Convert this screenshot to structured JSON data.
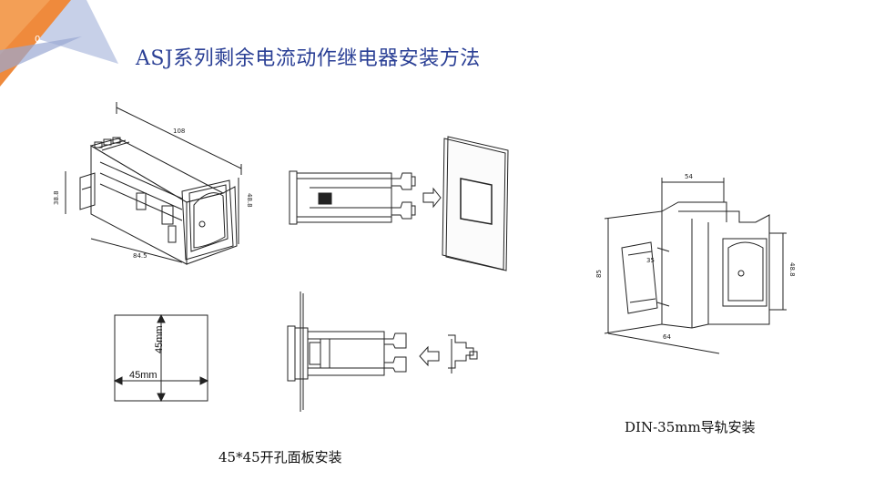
{
  "slide": {
    "number": "0"
  },
  "title": "ASJ系列剩余电流动作继电器安装方法",
  "captions": {
    "din_rail": "DIN-35mm导轨安装",
    "panel": "45*45开孔面板安装"
  },
  "dimensions": {
    "iso_length": "108",
    "iso_height": "38.8",
    "iso_width": "84.5",
    "iso_front": "48.8",
    "cutout_height": "45mm",
    "cutout_width": "45mm",
    "din_top": "54",
    "din_height": "85",
    "din_depth": "64",
    "din_right": "48.8",
    "din_rail": "35"
  }
}
